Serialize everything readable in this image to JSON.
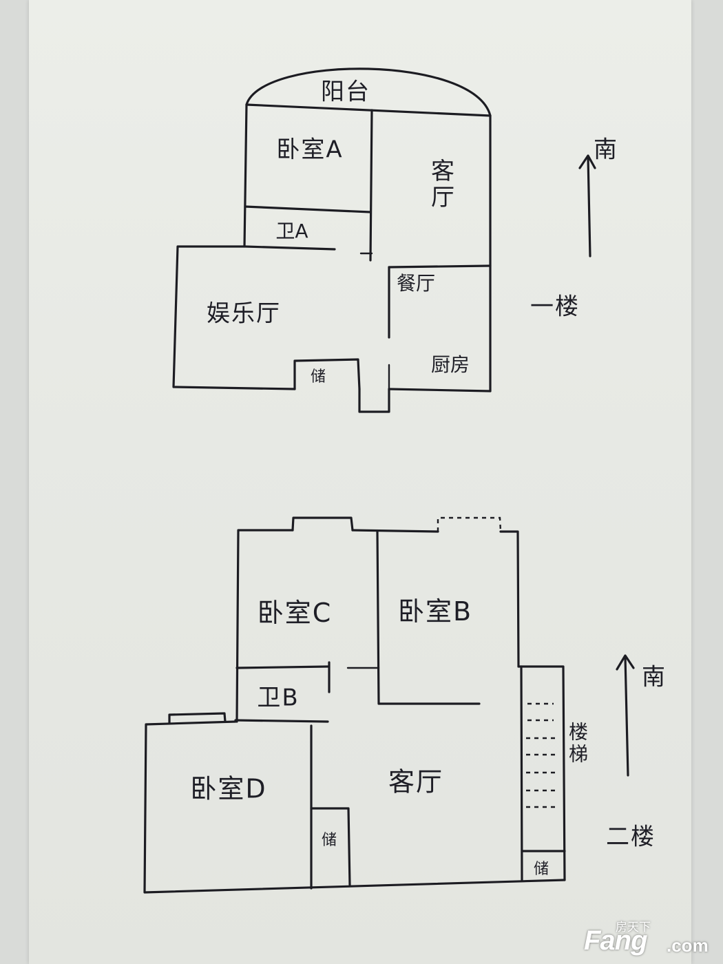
{
  "floor1": {
    "label": "一楼",
    "south": "南",
    "rooms": {
      "balcony": "阳台",
      "bedroom_a": "卧室A",
      "living_room": "客厅",
      "bathroom_a": "卫A",
      "recreation_room": "娱乐厅",
      "dining_room": "餐厅",
      "kitchen": "厨房",
      "storage": "储"
    }
  },
  "floor2": {
    "label": "二楼",
    "south": "南",
    "stairs": "楼梯",
    "rooms": {
      "bedroom_c": "卧室C",
      "bedroom_b": "卧室B",
      "bathroom_b": "卫B",
      "bedroom_d": "卧室D",
      "living_room": "客厅",
      "storage_1": "储",
      "storage_2": "储"
    }
  },
  "watermark": {
    "top": "房天下",
    "main": "Fang",
    "domain": ".com"
  }
}
